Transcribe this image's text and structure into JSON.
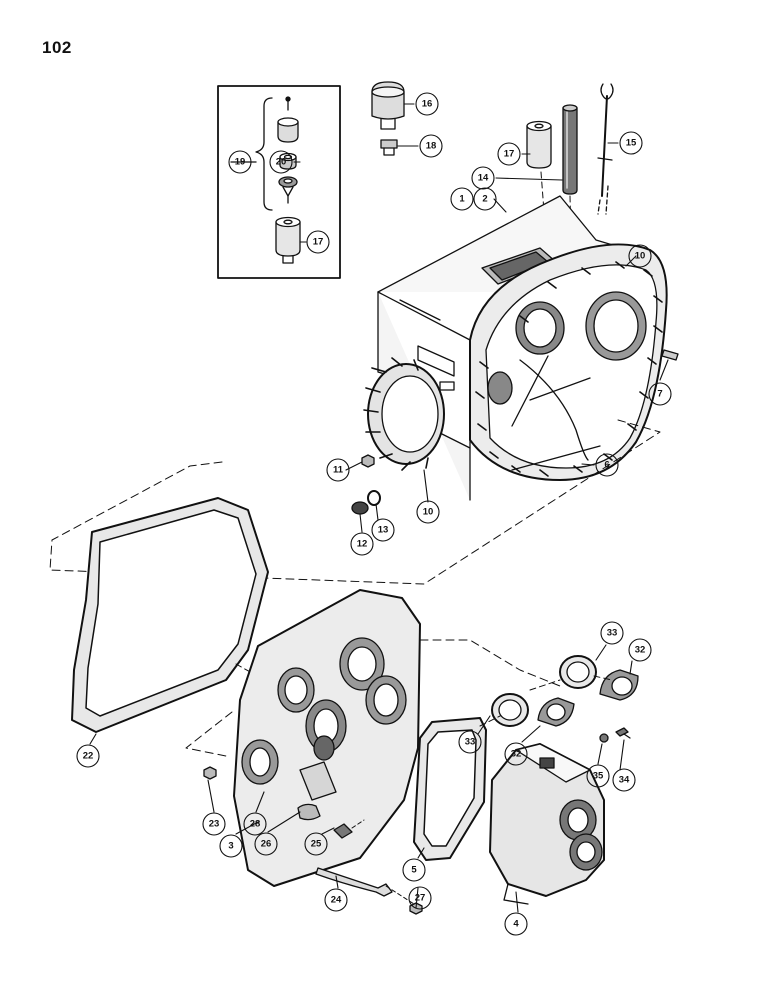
{
  "page": {
    "number": "102"
  },
  "callouts": {
    "c1": "1",
    "c2": "2",
    "c3": "3",
    "c4": "4",
    "c5": "5",
    "c6": "6",
    "c7": "7",
    "c10a": "10",
    "c10b": "10",
    "c11": "11",
    "c12": "12",
    "c13": "13",
    "c14": "14",
    "c15": "15",
    "c16": "16",
    "c17a": "17",
    "c17b": "17",
    "c18": "18",
    "c19": "19",
    "c20": "20",
    "c22": "22",
    "c23": "23",
    "c24": "24",
    "c25": "25",
    "c26": "26",
    "c27": "27",
    "c28": "28",
    "c32a": "32",
    "c32b": "32",
    "c33a": "33",
    "c33b": "33",
    "c34": "34",
    "c35": "35"
  }
}
